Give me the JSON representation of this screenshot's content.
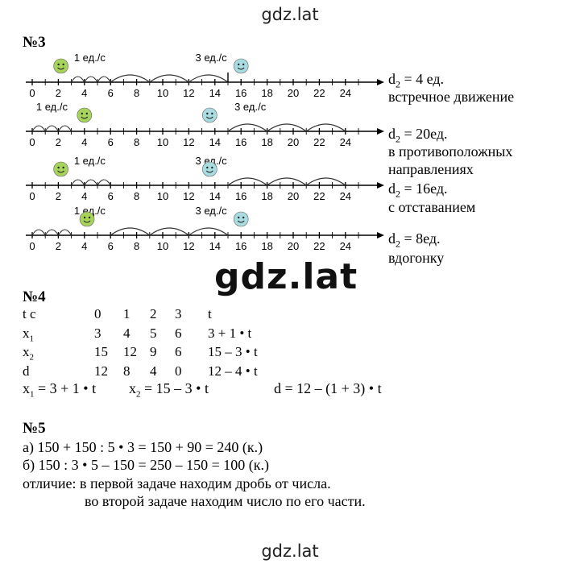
{
  "watermark": {
    "top": "gdz.lat",
    "middle": "gdz.lat",
    "bottom": "gdz.lat"
  },
  "task3": {
    "heading": "№3",
    "tick_labels": [
      "0",
      "2",
      "4",
      "6",
      "8",
      "10",
      "12",
      "14",
      "16",
      "18",
      "20",
      "22",
      "24"
    ],
    "lines": [
      {
        "speed_left": "1 ед./с",
        "speed_right": "3 ед./с"
      },
      {
        "speed_left": "1 ед./с",
        "speed_right": "3 ед./с"
      },
      {
        "speed_left": "1 ед./с",
        "speed_right": "3 ед./с"
      },
      {
        "speed_left": "1 ед./с",
        "speed_right": "3 ед./с"
      }
    ],
    "notes": [
      {
        "d": "d",
        "sub": "2",
        "rest": " = 4 ед."
      },
      {
        "text": "встречное движение"
      },
      {
        "d": "d",
        "sub": "2",
        "rest": " = 20ед."
      },
      {
        "text": "в противоположных"
      },
      {
        "text": "направлениях"
      },
      {
        "d": "d",
        "sub": "2",
        "rest": " = 16ед."
      },
      {
        "text": "с отставанием"
      },
      {
        "d": "d",
        "sub": "2",
        "rest": " = 8ед."
      },
      {
        "text": "вдогонку"
      }
    ]
  },
  "task4": {
    "heading": "№4",
    "rows": [
      {
        "label": "t c",
        "sub": "",
        "cells": [
          "0",
          "1",
          "2",
          "3",
          "t"
        ]
      },
      {
        "label": "x",
        "sub": "1",
        "cells": [
          "3",
          "4",
          "5",
          "6",
          "3 + 1 • t"
        ]
      },
      {
        "label": "x",
        "sub": "2",
        "cells": [
          "15",
          "12",
          "9",
          "6",
          "15 – 3 • t"
        ]
      },
      {
        "label": "d",
        "sub": "",
        "cells": [
          "12",
          "8",
          "4",
          "0",
          "12 – 4 • t"
        ]
      }
    ],
    "formula1_a": "x",
    "formula1_sub": "1",
    "formula1_b": " = 3 + 1 • t",
    "formula2_a": "x",
    "formula2_sub": "2",
    "formula2_b": " = 15 – 3 • t",
    "formula3": "d = 12 – (1 + 3) • t"
  },
  "task5": {
    "heading": "№5",
    "line_a": "а) 150 + 150 : 5 • 3 = 150 + 90 = 240 (к.)",
    "line_b": "б) 150 : 3 • 5 – 150 = 250 – 150 = 100 (к.)",
    "line_c": "отличие: в первой задаче находим дробь от числа.",
    "line_d": "во второй задаче находим число по его части."
  }
}
